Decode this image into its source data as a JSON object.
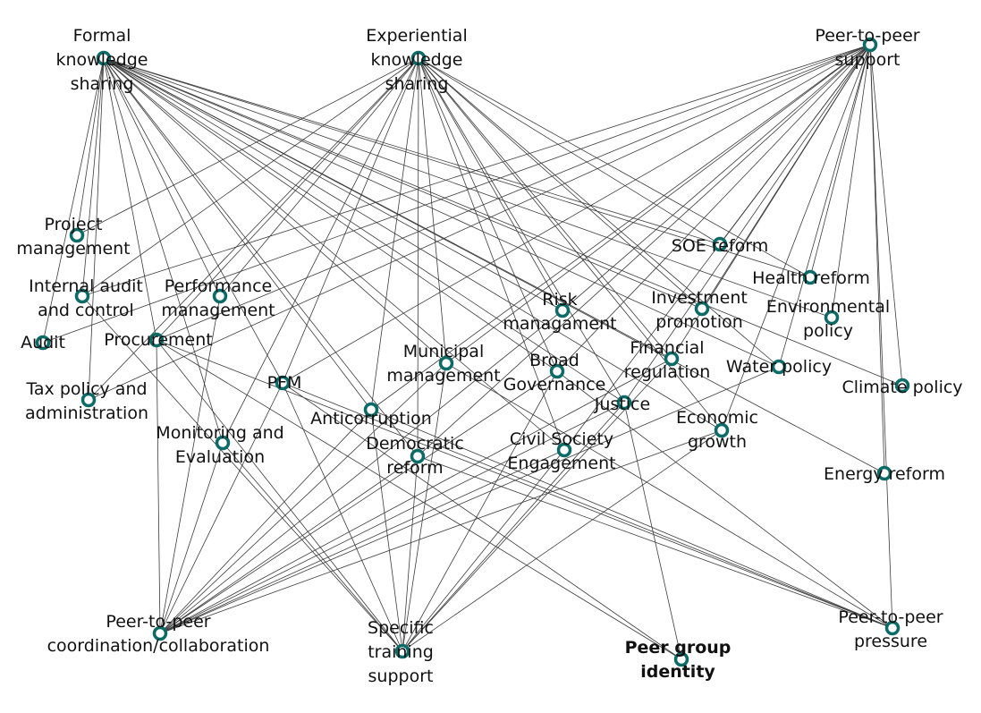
{
  "colors": {
    "node_stroke": "#0c6b66",
    "node_fill": "#ffffff",
    "edge": "#3c3c3c",
    "label": "#111111"
  },
  "nodes": [
    {
      "id": "formal",
      "lines": [
        "Formal",
        "knowledge",
        "sharing"
      ]
    },
    {
      "id": "experiential",
      "lines": [
        "Experiential",
        "knowledge",
        "sharing"
      ]
    },
    {
      "id": "p2p_support",
      "lines": [
        "Peer-to-peer",
        "support"
      ]
    },
    {
      "id": "project_mgmt",
      "lines": [
        "Project",
        "management"
      ]
    },
    {
      "id": "internal_audit",
      "lines": [
        "Internal audit",
        "and control"
      ]
    },
    {
      "id": "performance_mgmt",
      "lines": [
        "Performance",
        "management"
      ]
    },
    {
      "id": "audit",
      "lines": [
        "Audit"
      ]
    },
    {
      "id": "procurement",
      "lines": [
        "Procurement"
      ]
    },
    {
      "id": "tax",
      "lines": [
        "Tax policy and",
        "administration"
      ]
    },
    {
      "id": "pfm",
      "lines": [
        "PFM"
      ]
    },
    {
      "id": "mne",
      "lines": [
        "Monitoring and",
        "Evaluation"
      ]
    },
    {
      "id": "anticorruption",
      "lines": [
        "Anticorruption"
      ]
    },
    {
      "id": "municipal",
      "lines": [
        "Municipal",
        "management"
      ]
    },
    {
      "id": "democratic",
      "lines": [
        "Democratic",
        "reform"
      ]
    },
    {
      "id": "risk",
      "lines": [
        "Risk",
        "managament"
      ]
    },
    {
      "id": "broad_gov",
      "lines": [
        "Broad",
        "Governance"
      ]
    },
    {
      "id": "civil_society",
      "lines": [
        "Civil Society",
        "Engagement"
      ]
    },
    {
      "id": "justice",
      "lines": [
        "Justice"
      ]
    },
    {
      "id": "fin_reg",
      "lines": [
        "Financial",
        "regulation"
      ]
    },
    {
      "id": "investment",
      "lines": [
        "Investment",
        "promotion"
      ]
    },
    {
      "id": "soe",
      "lines": [
        "SOE reform"
      ]
    },
    {
      "id": "health",
      "lines": [
        "Health reform"
      ]
    },
    {
      "id": "environmental",
      "lines": [
        "Environmental",
        "policy"
      ]
    },
    {
      "id": "water",
      "lines": [
        "Water policy"
      ]
    },
    {
      "id": "climate",
      "lines": [
        "Climate policy"
      ]
    },
    {
      "id": "economic",
      "lines": [
        "Economic",
        "growth"
      ]
    },
    {
      "id": "energy",
      "lines": [
        "Energy reform"
      ]
    },
    {
      "id": "p2p_coord",
      "lines": [
        "Peer-to-peer",
        "coordination/collaboration"
      ]
    },
    {
      "id": "training",
      "lines": [
        "Specific",
        "training",
        "support"
      ]
    },
    {
      "id": "peer_identity",
      "lines": [
        "Peer group",
        "identity"
      ],
      "bold": true
    },
    {
      "id": "p2p_pressure",
      "lines": [
        "Peer-to-peer",
        "pressure"
      ]
    }
  ],
  "edges": [
    [
      "formal",
      "project_mgmt"
    ],
    [
      "formal",
      "internal_audit"
    ],
    [
      "formal",
      "audit"
    ],
    [
      "formal",
      "procurement"
    ],
    [
      "formal",
      "tax"
    ],
    [
      "formal",
      "performance_mgmt"
    ],
    [
      "formal",
      "pfm"
    ],
    [
      "formal",
      "mne"
    ],
    [
      "formal",
      "anticorruption"
    ],
    [
      "formal",
      "municipal"
    ],
    [
      "formal",
      "democratic"
    ],
    [
      "formal",
      "risk"
    ],
    [
      "formal",
      "broad_gov"
    ],
    [
      "formal",
      "civil_society"
    ],
    [
      "formal",
      "justice"
    ],
    [
      "formal",
      "fin_reg"
    ],
    [
      "formal",
      "investment"
    ],
    [
      "formal",
      "soe"
    ],
    [
      "formal",
      "health"
    ],
    [
      "formal",
      "environmental"
    ],
    [
      "formal",
      "water"
    ],
    [
      "formal",
      "climate"
    ],
    [
      "formal",
      "economic"
    ],
    [
      "formal",
      "energy"
    ],
    [
      "experiential",
      "project_mgmt"
    ],
    [
      "experiential",
      "internal_audit"
    ],
    [
      "experiential",
      "procurement"
    ],
    [
      "experiential",
      "tax"
    ],
    [
      "experiential",
      "performance_mgmt"
    ],
    [
      "experiential",
      "pfm"
    ],
    [
      "experiential",
      "mne"
    ],
    [
      "experiential",
      "anticorruption"
    ],
    [
      "experiential",
      "municipal"
    ],
    [
      "experiential",
      "democratic"
    ],
    [
      "experiential",
      "risk"
    ],
    [
      "experiential",
      "broad_gov"
    ],
    [
      "experiential",
      "civil_society"
    ],
    [
      "experiential",
      "justice"
    ],
    [
      "experiential",
      "fin_reg"
    ],
    [
      "experiential",
      "investment"
    ],
    [
      "experiential",
      "soe"
    ],
    [
      "experiential",
      "health"
    ],
    [
      "experiential",
      "water"
    ],
    [
      "experiential",
      "economic"
    ],
    [
      "p2p_support",
      "audit"
    ],
    [
      "p2p_support",
      "procurement"
    ],
    [
      "p2p_support",
      "pfm"
    ],
    [
      "p2p_support",
      "anticorruption"
    ],
    [
      "p2p_support",
      "municipal"
    ],
    [
      "p2p_support",
      "broad_gov"
    ],
    [
      "p2p_support",
      "risk"
    ],
    [
      "p2p_support",
      "justice"
    ],
    [
      "p2p_support",
      "fin_reg"
    ],
    [
      "p2p_support",
      "investment"
    ],
    [
      "p2p_support",
      "soe"
    ],
    [
      "p2p_support",
      "health"
    ],
    [
      "p2p_support",
      "water"
    ],
    [
      "p2p_support",
      "economic"
    ],
    [
      "p2p_support",
      "energy"
    ],
    [
      "p2p_support",
      "civil_society"
    ],
    [
      "p2p_support",
      "democratic"
    ],
    [
      "p2p_support",
      "tax"
    ],
    [
      "p2p_support",
      "p2p_pressure"
    ],
    [
      "p2p_support",
      "climate"
    ],
    [
      "p2p_support",
      "internal_audit"
    ],
    [
      "p2p_support",
      "environmental"
    ],
    [
      "p2p_coord",
      "procurement"
    ],
    [
      "p2p_coord",
      "mne"
    ],
    [
      "p2p_coord",
      "pfm"
    ],
    [
      "p2p_coord",
      "anticorruption"
    ],
    [
      "p2p_coord",
      "municipal"
    ],
    [
      "p2p_coord",
      "broad_gov"
    ],
    [
      "p2p_coord",
      "civil_society"
    ],
    [
      "p2p_coord",
      "justice"
    ],
    [
      "p2p_coord",
      "economic"
    ],
    [
      "p2p_coord",
      "fin_reg"
    ],
    [
      "p2p_coord",
      "performance_mgmt"
    ],
    [
      "p2p_coord",
      "democratic"
    ],
    [
      "p2p_coord",
      "risk"
    ],
    [
      "p2p_coord",
      "water"
    ],
    [
      "training",
      "procurement"
    ],
    [
      "training",
      "pfm"
    ],
    [
      "training",
      "anticorruption"
    ],
    [
      "training",
      "municipal"
    ],
    [
      "training",
      "civil_society"
    ],
    [
      "training",
      "justice"
    ],
    [
      "training",
      "economic"
    ],
    [
      "training",
      "democratic"
    ],
    [
      "training",
      "broad_gov"
    ],
    [
      "training",
      "mne"
    ],
    [
      "training",
      "fin_reg"
    ],
    [
      "training",
      "internal_audit"
    ],
    [
      "peer_identity",
      "justice"
    ],
    [
      "peer_identity",
      "pfm"
    ],
    [
      "peer_identity",
      "procurement"
    ],
    [
      "p2p_pressure",
      "anticorruption"
    ],
    [
      "p2p_pressure",
      "pfm"
    ],
    [
      "p2p_pressure",
      "democratic"
    ],
    [
      "p2p_pressure",
      "broad_gov"
    ],
    [
      "p2p_pressure",
      "municipal"
    ],
    [
      "p2p_pressure",
      "procurement"
    ]
  ]
}
